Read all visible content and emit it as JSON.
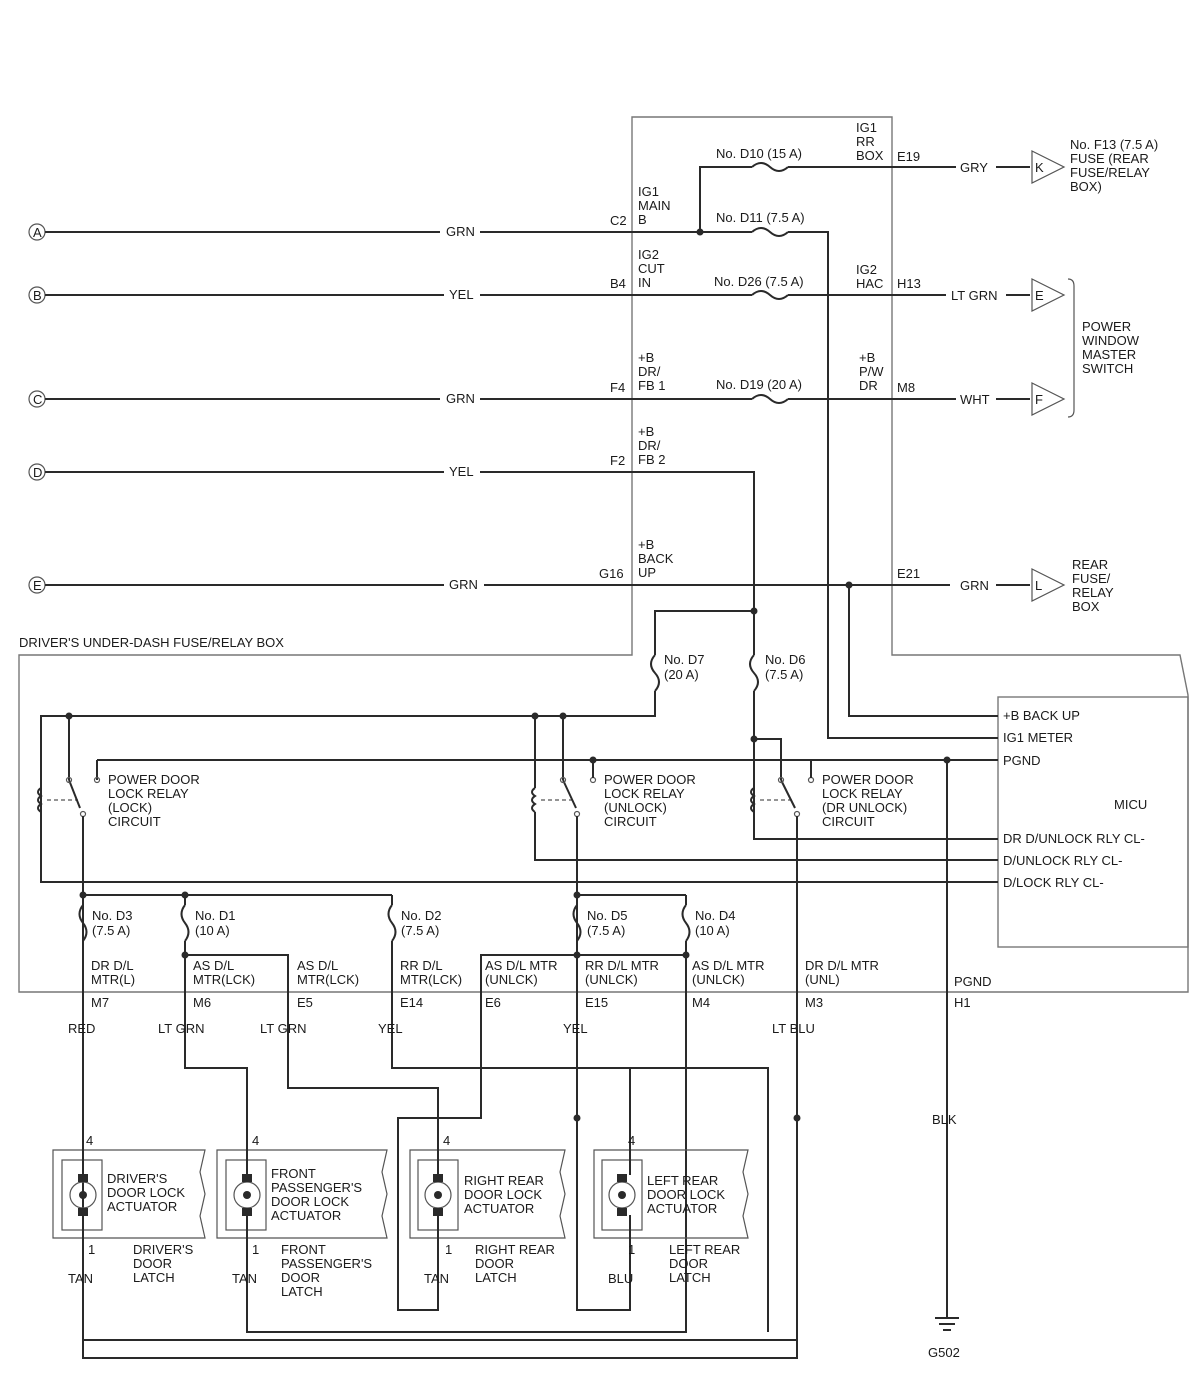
{
  "inputs": [
    {
      "id": "A",
      "wire": "GRN",
      "pin": "C2",
      "pin_label": [
        "IG1",
        "MAIN",
        "B"
      ]
    },
    {
      "id": "B",
      "wire": "YEL",
      "pin": "B4",
      "pin_label": [
        "IG2",
        "CUT",
        "IN"
      ]
    },
    {
      "id": "C",
      "wire": "GRN",
      "pin": "F4",
      "pin_label": [
        "+B",
        "DR/",
        "FB 1"
      ]
    },
    {
      "id": "D",
      "wire": "YEL",
      "pin": "F2",
      "pin_label": [
        "+B",
        "DR/",
        "FB 2"
      ]
    },
    {
      "id": "E",
      "wire": "GRN",
      "pin": "G16",
      "pin_label": [
        "+B",
        "BACK",
        "UP"
      ]
    }
  ],
  "fuses_top": {
    "d10": "No. D10 (15 A)",
    "d11": "No. D11 (7.5 A)",
    "d26": "No. D26 (7.5 A)",
    "d19": "No. D19 (20 A)"
  },
  "right_pins": [
    {
      "label": [
        "IG1",
        "RR",
        "BOX"
      ],
      "pin": "E19",
      "wire": "GRY",
      "conn": "K"
    },
    {
      "label": [
        "IG2",
        "HAC"
      ],
      "pin": "H13",
      "wire": "LT GRN",
      "conn": "E"
    },
    {
      "label": [
        "+B",
        "P/W",
        "DR"
      ],
      "pin": "M8",
      "wire": "WHT",
      "conn": "F"
    },
    {
      "pin": "E21",
      "wire": "GRN",
      "conn": "L"
    }
  ],
  "destinations": {
    "k": [
      "No. F13 (7.5 A)",
      "FUSE (REAR",
      "FUSE/RELAY",
      "BOX)"
    ],
    "ef": [
      "POWER",
      "WINDOW",
      "MASTER",
      "SWITCH"
    ],
    "l": [
      "REAR",
      "FUSE/",
      "RELAY",
      "BOX"
    ]
  },
  "box_title": "DRIVER'S UNDER-DASH FUSE/RELAY BOX",
  "fuse_d7": [
    "No. D7",
    "(20 A)"
  ],
  "fuse_d6": [
    "No. D6",
    "(7.5 A)"
  ],
  "relays": [
    [
      "POWER DOOR",
      "LOCK RELAY",
      "(LOCK)",
      "CIRCUIT"
    ],
    [
      "POWER DOOR",
      "LOCK RELAY",
      "(UNLOCK)",
      "CIRCUIT"
    ],
    [
      "POWER DOOR",
      "LOCK RELAY",
      "(DR UNLOCK)",
      "CIRCUIT"
    ]
  ],
  "micu": {
    "title": "MICU",
    "pins": [
      "+B BACK UP",
      "IG1 METER",
      "PGND",
      "DR D/UNLOCK RLY CL-",
      "D/UNLOCK RLY CL-",
      "D/LOCK RLY CL-"
    ]
  },
  "fuses_bottom": [
    [
      "No. D3",
      "(7.5 A)"
    ],
    [
      "No. D1",
      "(10 A)"
    ],
    [
      "No. D2",
      "(7.5 A)"
    ],
    [
      "No. D5",
      "(7.5 A)"
    ],
    [
      "No. D4",
      "(10 A)"
    ]
  ],
  "outputs": [
    {
      "func": [
        "DR D/L",
        "MTR(L)"
      ],
      "pin": "M7",
      "wire": "RED"
    },
    {
      "func": [
        "AS D/L",
        "MTR(LCK)"
      ],
      "pin": "M6",
      "wire": "LT GRN"
    },
    {
      "func": [
        "AS D/L",
        "MTR(LCK)"
      ],
      "pin": "E5",
      "wire": "LT GRN"
    },
    {
      "func": [
        "RR D/L",
        "MTR(LCK)"
      ],
      "pin": "E14",
      "wire": "YEL"
    },
    {
      "func": [
        "AS D/L MTR",
        "(UNLCK)"
      ],
      "pin": "E6",
      "wire": ""
    },
    {
      "func": [
        "RR D/L MTR",
        "(UNLCK)"
      ],
      "pin": "E15",
      "wire": "YEL"
    },
    {
      "func": [
        "AS D/L MTR",
        "(UNLCK)"
      ],
      "pin": "M4",
      "wire": ""
    },
    {
      "func": [
        "DR D/L MTR",
        "(UNL)"
      ],
      "pin": "M3",
      "wire": "LT BLU"
    },
    {
      "func": [
        "PGND"
      ],
      "pin": "H1",
      "wire": ""
    }
  ],
  "ground_wire": "BLK",
  "ground": "G502",
  "actuators": [
    {
      "name": [
        "DRIVER'S",
        "DOOR LOCK",
        "ACTUATOR"
      ],
      "latch": [
        "DRIVER'S",
        "DOOR",
        "LATCH"
      ],
      "pin_top": "4",
      "pin_bot": "1",
      "wire_bot": "TAN"
    },
    {
      "name": [
        "FRONT",
        "PASSENGER'S",
        "DOOR LOCK",
        "ACTUATOR"
      ],
      "latch": [
        "FRONT",
        "PASSENGER'S",
        "DOOR",
        "LATCH"
      ],
      "pin_top": "4",
      "pin_bot": "1",
      "wire_bot": "TAN"
    },
    {
      "name": [
        "RIGHT REAR",
        "DOOR LOCK",
        "ACTUATOR"
      ],
      "latch": [
        "RIGHT REAR",
        "DOOR",
        "LATCH"
      ],
      "pin_top": "4",
      "pin_bot": "1",
      "wire_bot": "TAN"
    },
    {
      "name": [
        "LEFT REAR",
        "DOOR LOCK",
        "ACTUATOR"
      ],
      "latch": [
        "LEFT REAR",
        "DOOR",
        "LATCH"
      ],
      "pin_top": "4",
      "pin_bot": "1",
      "wire_bot": "BLU"
    }
  ]
}
